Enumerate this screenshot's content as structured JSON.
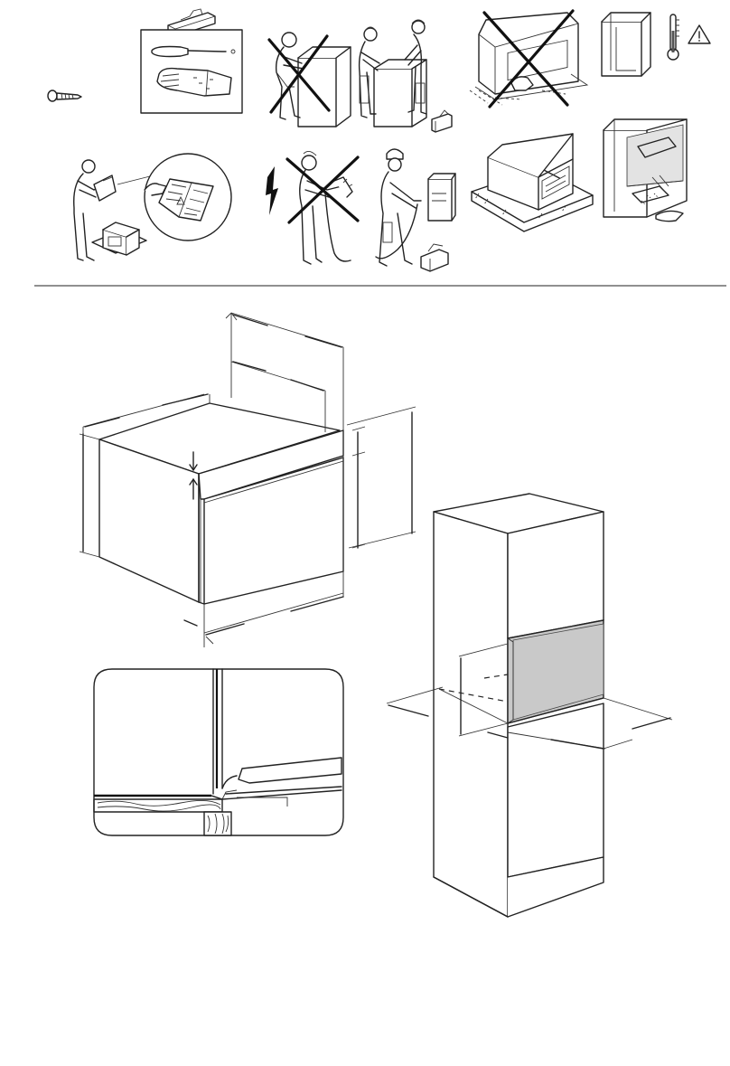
{
  "page": {
    "title": "",
    "background": "#ffffff",
    "line_color": "#222222",
    "cavity_color": "#c9c9c9"
  },
  "safety_panels": [
    {
      "id": "tools",
      "icons": [
        "screw-icon",
        "toolbox-icon",
        "screwdriver-icon",
        "gloves-icon"
      ]
    },
    {
      "id": "lifting",
      "icons": [
        "single-person-lifting-crossed-icon",
        "two-people-lifting-icon"
      ]
    },
    {
      "id": "handling",
      "icons": [
        "handle-lift-crossed-icon",
        "cabinet-icon",
        "thermometer-icon",
        "warning-triangle-icon"
      ]
    },
    {
      "id": "manual",
      "icons": [
        "person-reading-manual-icon",
        "manual-book-icon",
        "boxed-oven-icon"
      ]
    },
    {
      "id": "electrical",
      "icons": [
        "lightning-icon",
        "unqualified-electrician-crossed-icon",
        "qualified-electrician-icon"
      ]
    },
    {
      "id": "placement",
      "icons": [
        "oven-on-pallet-icon",
        "cabinet-cleaning-icon"
      ]
    }
  ],
  "diagrams": [
    {
      "id": "oven-dimensions",
      "icons": [
        "oven-dimension-drawing"
      ]
    },
    {
      "id": "seal-detail",
      "icons": [
        "door-seal-detail"
      ]
    },
    {
      "id": "cabinet-niche",
      "icons": [
        "tall-cabinet-niche-drawing"
      ]
    }
  ],
  "warning_symbol": "⚠"
}
